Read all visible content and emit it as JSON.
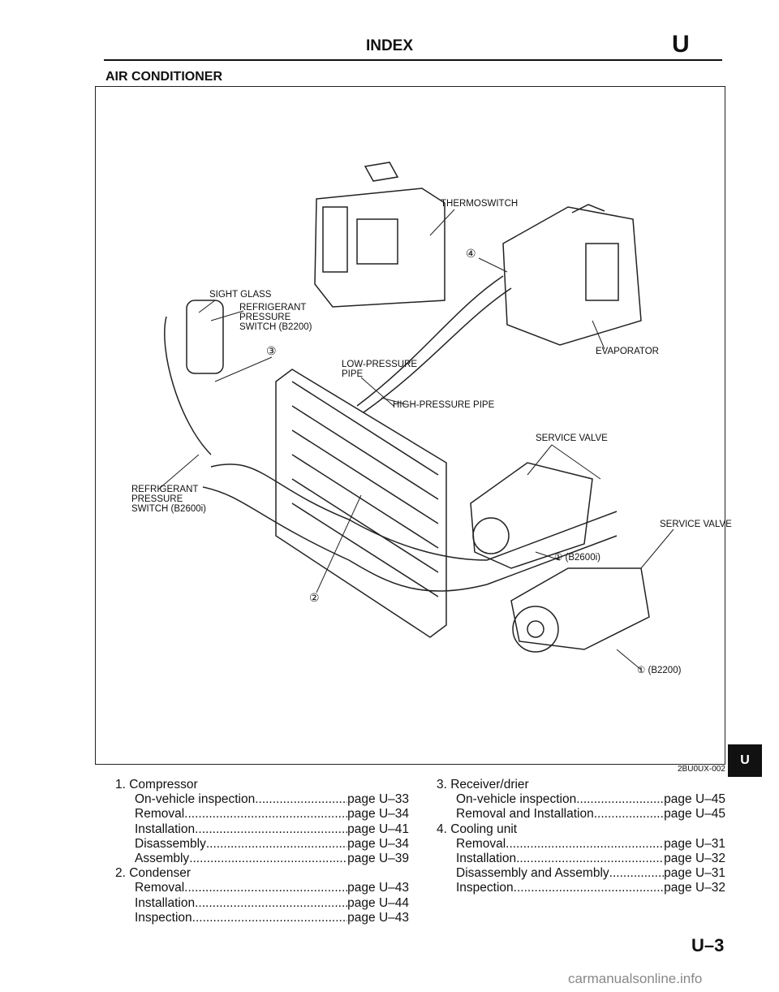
{
  "header": {
    "title": "INDEX",
    "section_letter": "U"
  },
  "section_title": "AIR CONDITIONER",
  "diagram": {
    "labels": {
      "thermoswitch": "THERMOSWITCH",
      "callout_4": "④",
      "sight_glass": "SIGHT GLASS",
      "refrigerant_switch_b2200": [
        "REFRIGERANT",
        "PRESSURE",
        "SWITCH (B2200)"
      ],
      "callout_3": "③",
      "low_pressure_pipe": [
        "LOW-PRESSURE",
        "PIPE"
      ],
      "evaporator": "EVAPORATOR",
      "high_pressure_pipe": "HIGH-PRESSURE PIPE",
      "service_valve_1": "SERVICE VALVE",
      "refrigerant_switch_b2600i": [
        "REFRIGERANT",
        "PRESSURE",
        "SWITCH (B2600i)"
      ],
      "service_valve_2": "SERVICE VALVE",
      "compressor_b2600i": "① (B2600i)",
      "callout_2": "②",
      "compressor_b2200": "① (B2200)"
    },
    "figure_code": "2BU0UX-002"
  },
  "side_tab": "U",
  "index": {
    "col1": [
      {
        "heading": "1. Compressor",
        "items": [
          {
            "label": "On-vehicle inspection",
            "page": "page U–33"
          },
          {
            "label": "Removal",
            "page": "page U–34"
          },
          {
            "label": "Installation",
            "page": "page U–41"
          },
          {
            "label": "Disassembly",
            "page": "page U–34"
          },
          {
            "label": "Assembly",
            "page": "page U–39"
          }
        ]
      },
      {
        "heading": "2. Condenser",
        "items": [
          {
            "label": "Removal",
            "page": "page U–43"
          },
          {
            "label": "Installation",
            "page": "page U–44"
          },
          {
            "label": "Inspection",
            "page": "page U–43"
          }
        ]
      }
    ],
    "col2": [
      {
        "heading": "3. Receiver/drier",
        "items": [
          {
            "label": "On-vehicle inspection",
            "page": "page U–45"
          },
          {
            "label": "Removal and Installation",
            "page": "page U–45"
          }
        ]
      },
      {
        "heading": "4. Cooling unit",
        "items": [
          {
            "label": "Removal",
            "page": "page U–31"
          },
          {
            "label": "Installation",
            "page": "page U–32"
          },
          {
            "label": "Disassembly and Assembly",
            "page": "page U–31"
          },
          {
            "label": "Inspection",
            "page": "page U–32"
          }
        ]
      }
    ]
  },
  "page_number": "U–3",
  "watermark": "carmanualsonline.info"
}
